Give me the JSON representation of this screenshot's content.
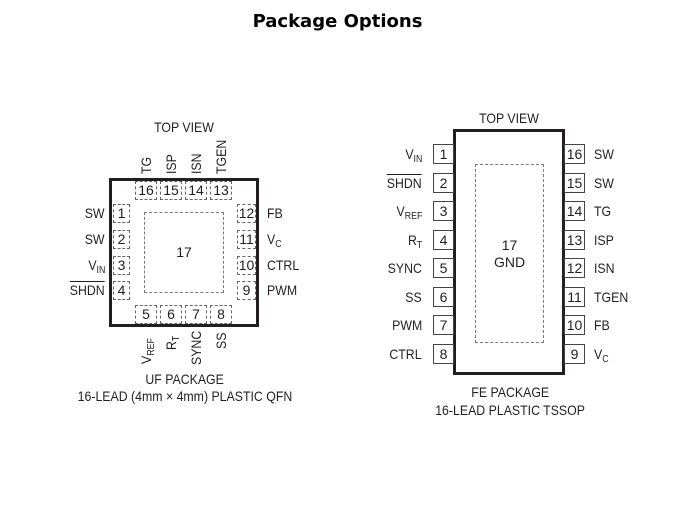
{
  "title": "Package Options",
  "qfn": {
    "top_view": "TOP VIEW",
    "center_pad": "17",
    "left_pins": [
      {
        "num": "1",
        "name": "SW"
      },
      {
        "num": "2",
        "name": "SW"
      },
      {
        "num": "3",
        "name": "V",
        "sub": "IN"
      },
      {
        "num": "4",
        "name": "SHDN",
        "overline": true
      }
    ],
    "right_pins": [
      {
        "num": "12",
        "name": "FB"
      },
      {
        "num": "11",
        "name": "V",
        "sub": "C"
      },
      {
        "num": "10",
        "name": "CTRL"
      },
      {
        "num": "9",
        "name": "PWM"
      }
    ],
    "top_pins": [
      {
        "num": "16",
        "name": "TG"
      },
      {
        "num": "15",
        "name": "ISP"
      },
      {
        "num": "14",
        "name": "ISN"
      },
      {
        "num": "13",
        "name": "TGEN"
      }
    ],
    "bottom_pins": [
      {
        "num": "5",
        "name": "V",
        "sub": "REF"
      },
      {
        "num": "6",
        "name": "R",
        "sub": "T"
      },
      {
        "num": "7",
        "name": "SYNC"
      },
      {
        "num": "8",
        "name": "SS"
      }
    ],
    "caption_line1": "UF PACKAGE",
    "caption_line2": "16-LEAD (4mm × 4mm) PLASTIC QFN"
  },
  "tssop": {
    "top_view": "TOP VIEW",
    "center_pad_num": "17",
    "center_pad_name": "GND",
    "left_pins": [
      {
        "num": "1",
        "name": "V",
        "sub": "IN"
      },
      {
        "num": "2",
        "name": "SHDN",
        "overline": true
      },
      {
        "num": "3",
        "name": "V",
        "sub": "REF"
      },
      {
        "num": "4",
        "name": "R",
        "sub": "T"
      },
      {
        "num": "5",
        "name": "SYNC"
      },
      {
        "num": "6",
        "name": "SS"
      },
      {
        "num": "7",
        "name": "PWM"
      },
      {
        "num": "8",
        "name": "CTRL"
      }
    ],
    "right_pins": [
      {
        "num": "16",
        "name": "SW"
      },
      {
        "num": "15",
        "name": "SW"
      },
      {
        "num": "14",
        "name": "TG"
      },
      {
        "num": "13",
        "name": "ISP"
      },
      {
        "num": "12",
        "name": "ISN"
      },
      {
        "num": "11",
        "name": "TGEN"
      },
      {
        "num": "10",
        "name": "FB"
      },
      {
        "num": "9",
        "name": "V",
        "sub": "C"
      }
    ],
    "caption_line1": "FE PACKAGE",
    "caption_line2": "16-LEAD PLASTIC TSSOP"
  }
}
